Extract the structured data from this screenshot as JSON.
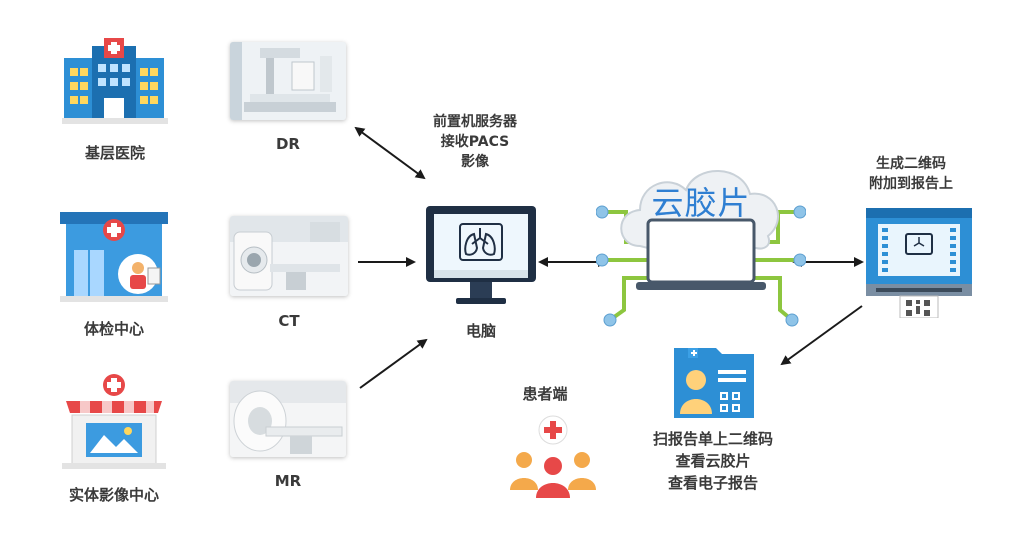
{
  "facilities": {
    "hospital": "基层医院",
    "checkup": "体检中心",
    "imaging": "实体影像中心"
  },
  "devices": {
    "dr": "DR",
    "ct": "CT",
    "mr": "MR"
  },
  "server_caption": [
    "前置机服务器",
    "接收PACS",
    "影像"
  ],
  "computer_label": "电脑",
  "cloud_label": "云胶片",
  "qr_caption": [
    "生成二维码",
    "附加到报告上"
  ],
  "patient_label": "患者端",
  "report_caption": [
    "扫报告单上二维码",
    "查看云胶片",
    "查看电子报告"
  ],
  "colors": {
    "blue": "#2d8fd5",
    "dark_blue": "#1c5d8c",
    "red": "#e74848",
    "green": "#8dc63f",
    "cloud_text": "#2f7fd2"
  }
}
